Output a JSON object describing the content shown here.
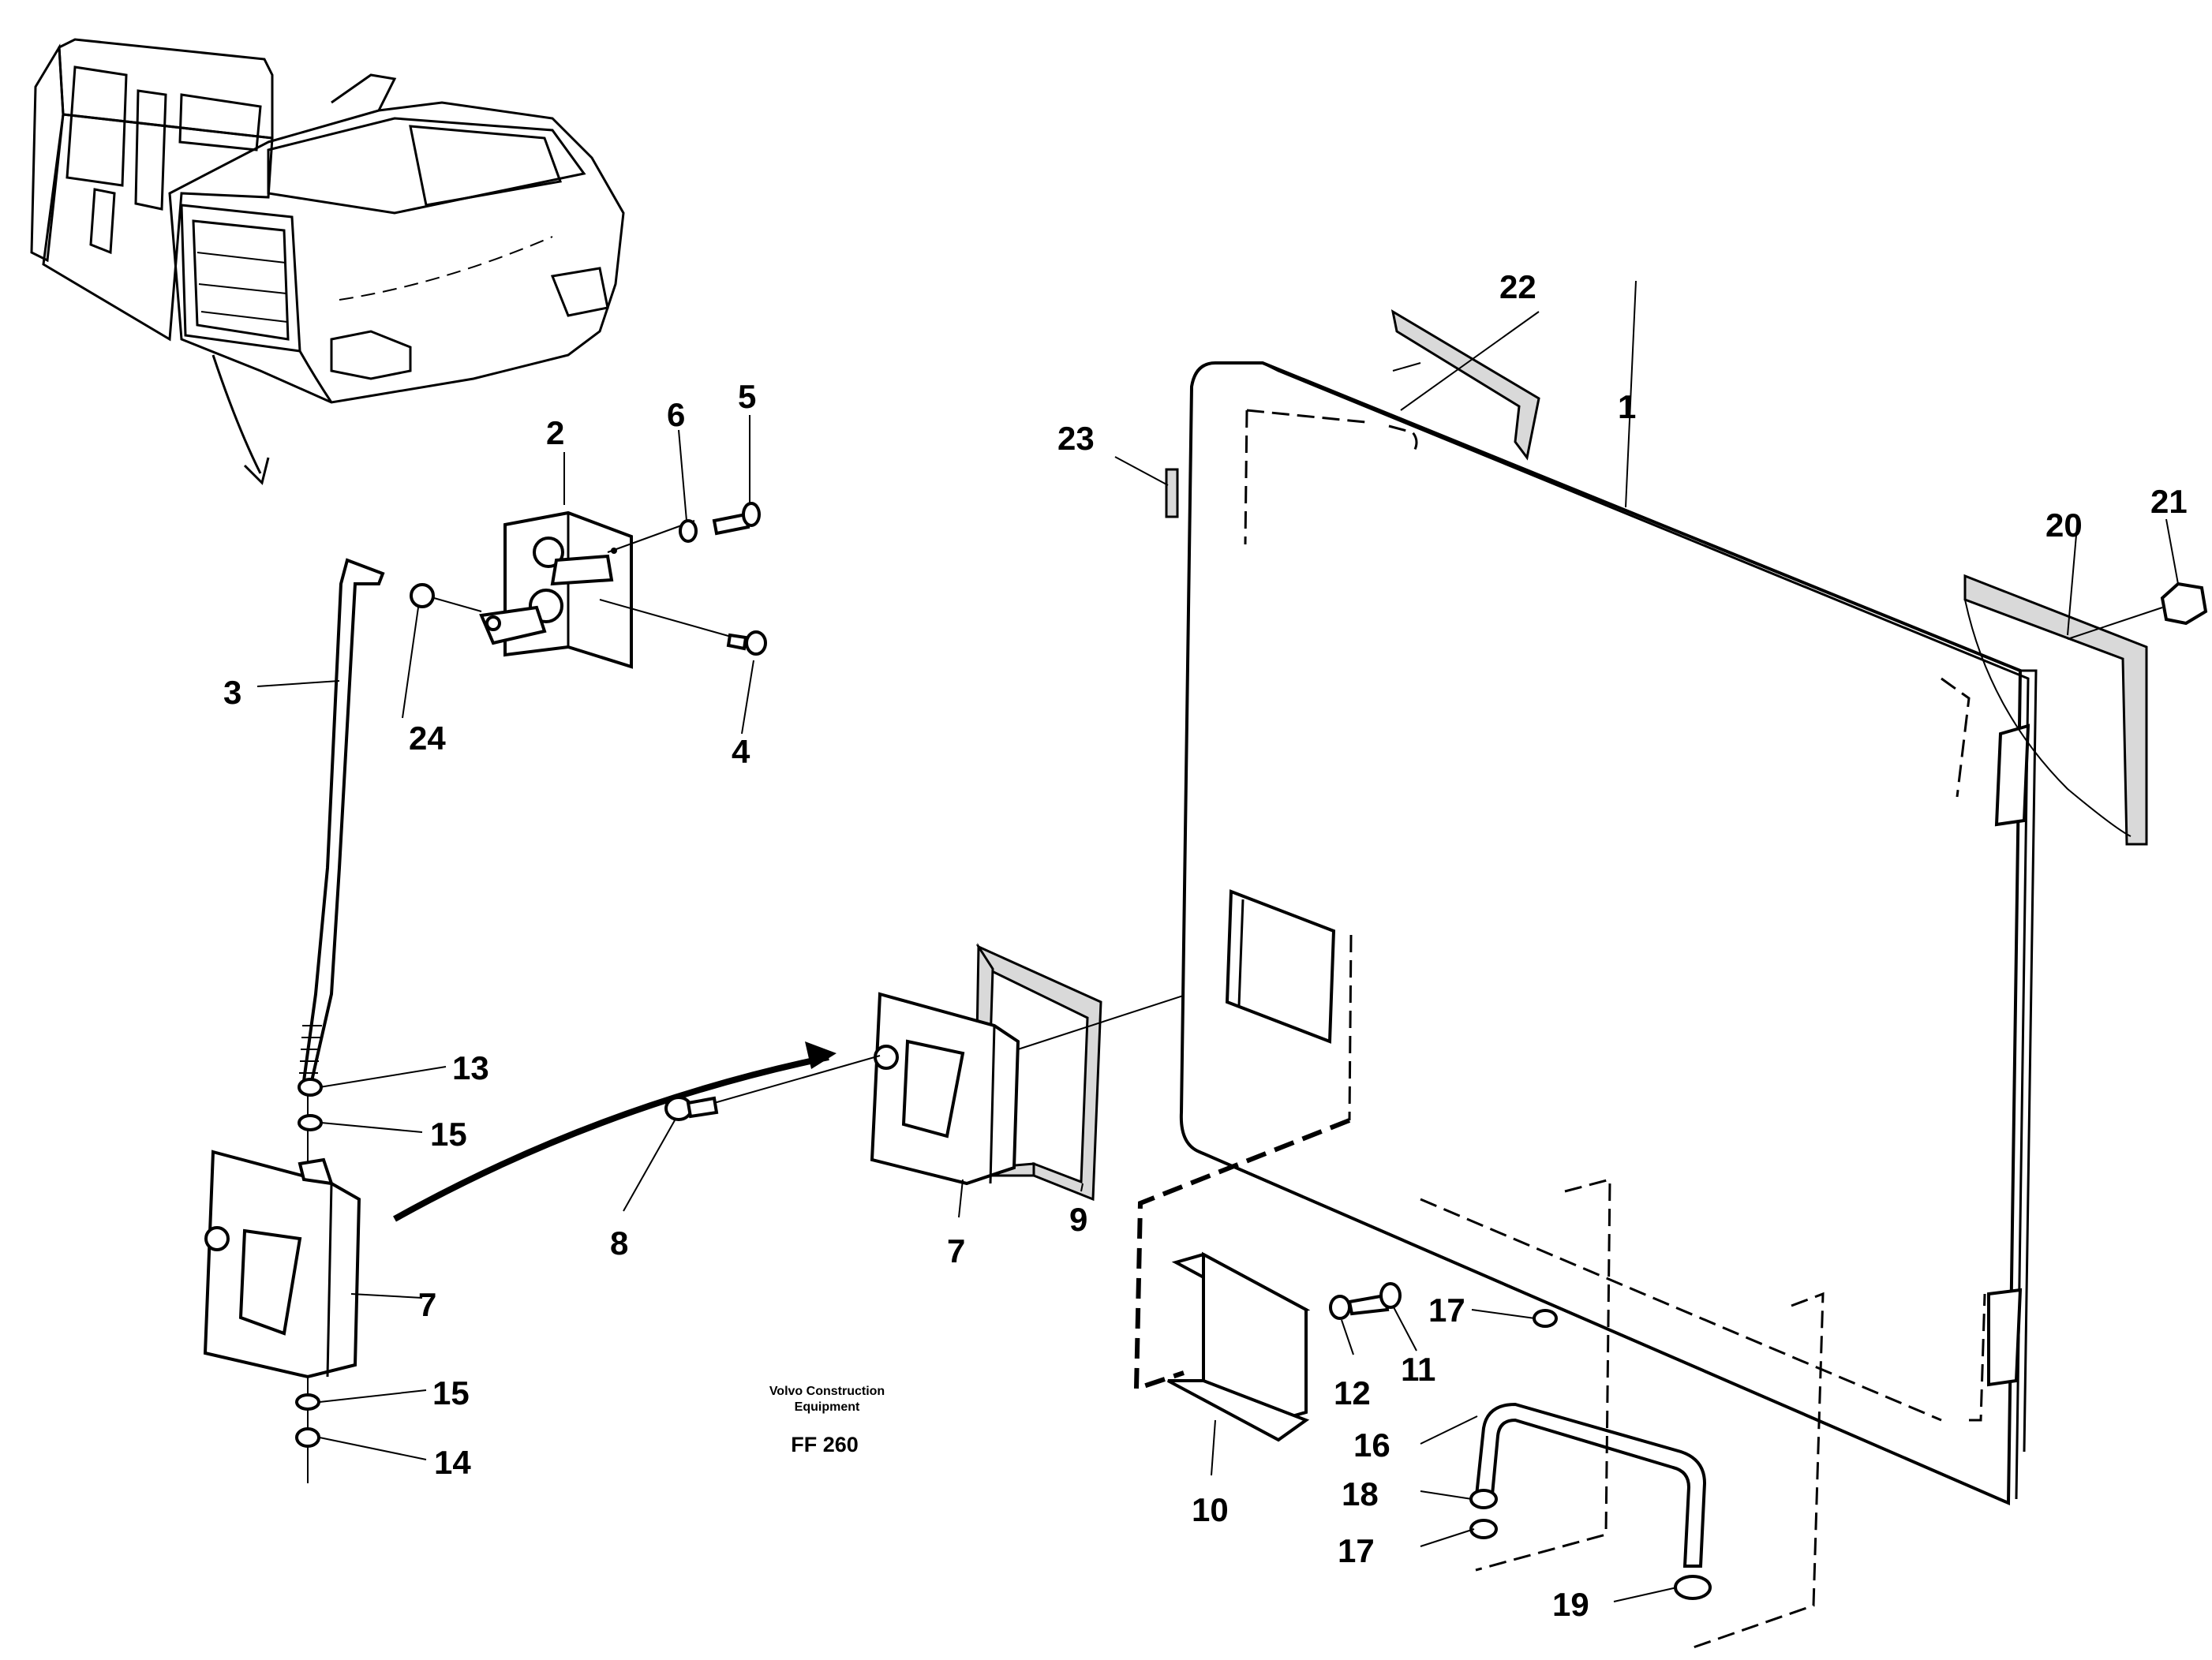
{
  "callouts": {
    "c1": "1",
    "c2": "2",
    "c3": "3",
    "c4": "4",
    "c5": "5",
    "c6": "6",
    "c7a": "7",
    "c7b": "7",
    "c8": "8",
    "c9": "9",
    "c10": "10",
    "c11": "11",
    "c12": "12",
    "c13": "13",
    "c14": "14",
    "c15a": "15",
    "c15b": "15",
    "c16": "16",
    "c17a": "17",
    "c17b": "17",
    "c18": "18",
    "c19": "19",
    "c20": "20",
    "c21": "21",
    "c22": "22",
    "c23": "23",
    "c24": "24"
  },
  "caption": {
    "line1": "Volvo Construction",
    "line2": "Equipment",
    "code": "FF 260"
  }
}
